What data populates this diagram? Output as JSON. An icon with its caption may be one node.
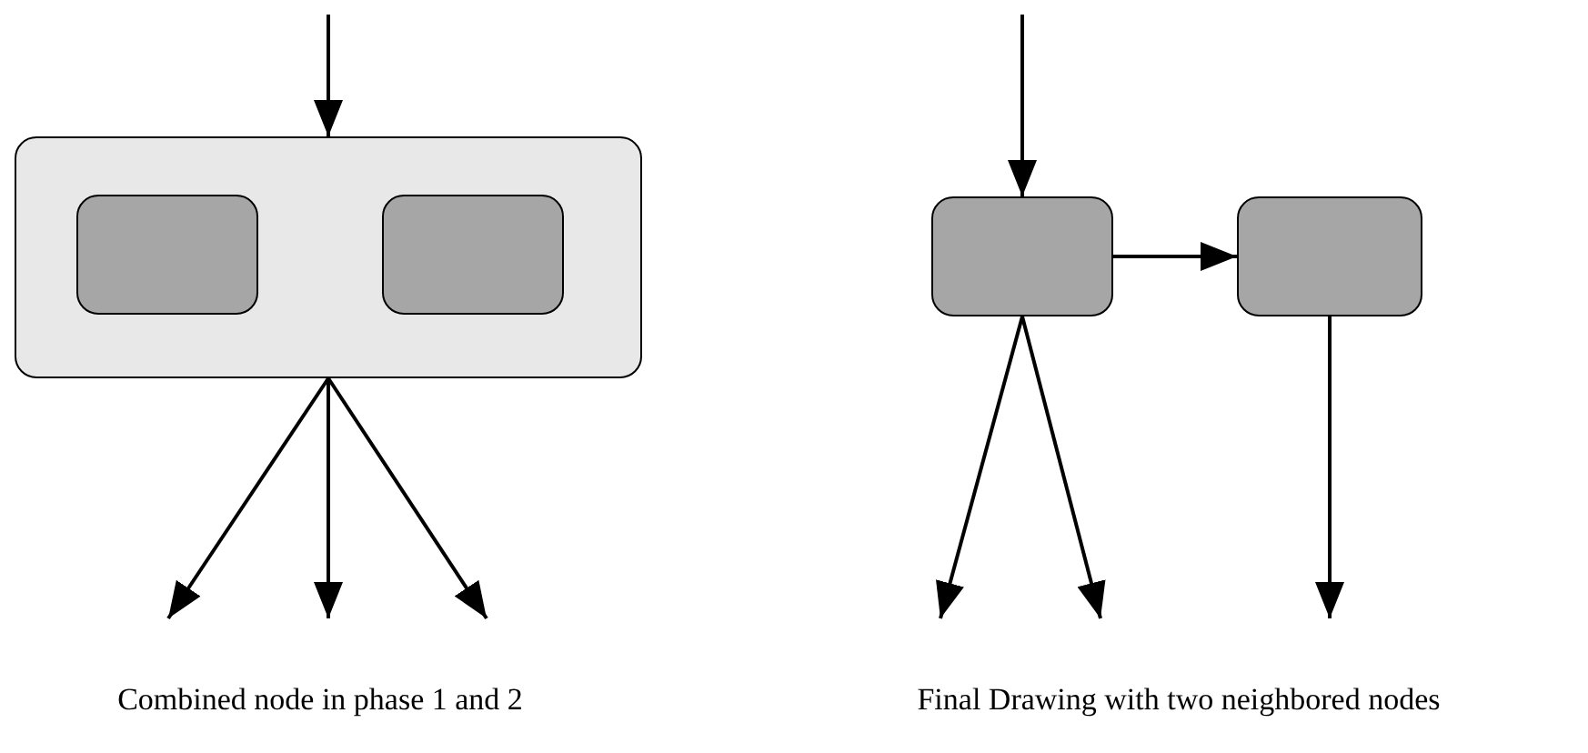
{
  "diagram": {
    "nodes": [
      {
        "text": [],
        "shape": "box"
      },
      {
        "text": [],
        "shape": "box",
        "in": 0
      },
      {
        "text": [],
        "shape": "box",
        "in": 0
      },
      {
        "text": [],
        "shape": "box"
      },
      {
        "text": [],
        "shape": "box"
      }
    ],
    "edges": [
      {
        "from": null,
        "to": 0,
        "arrow": "to"
      },
      {
        "from": 0,
        "to": null,
        "arrow": "to"
      },
      {
        "from": 0,
        "to": null,
        "arrow": "to"
      },
      {
        "from": 0,
        "to": null,
        "arrow": "to"
      },
      {
        "from": null,
        "to": 3,
        "arrow": "to"
      },
      {
        "from": 3,
        "to": 4,
        "arrow": "to"
      },
      {
        "from": 3,
        "to": null,
        "arrow": "to"
      },
      {
        "from": 3,
        "to": null,
        "arrow": "to"
      },
      {
        "from": 4,
        "to": null,
        "arrow": "to"
      }
    ],
    "labels": [
      "Combined node in phase 1 and 2",
      "Final Drawing with two neighbored nodes"
    ]
  }
}
